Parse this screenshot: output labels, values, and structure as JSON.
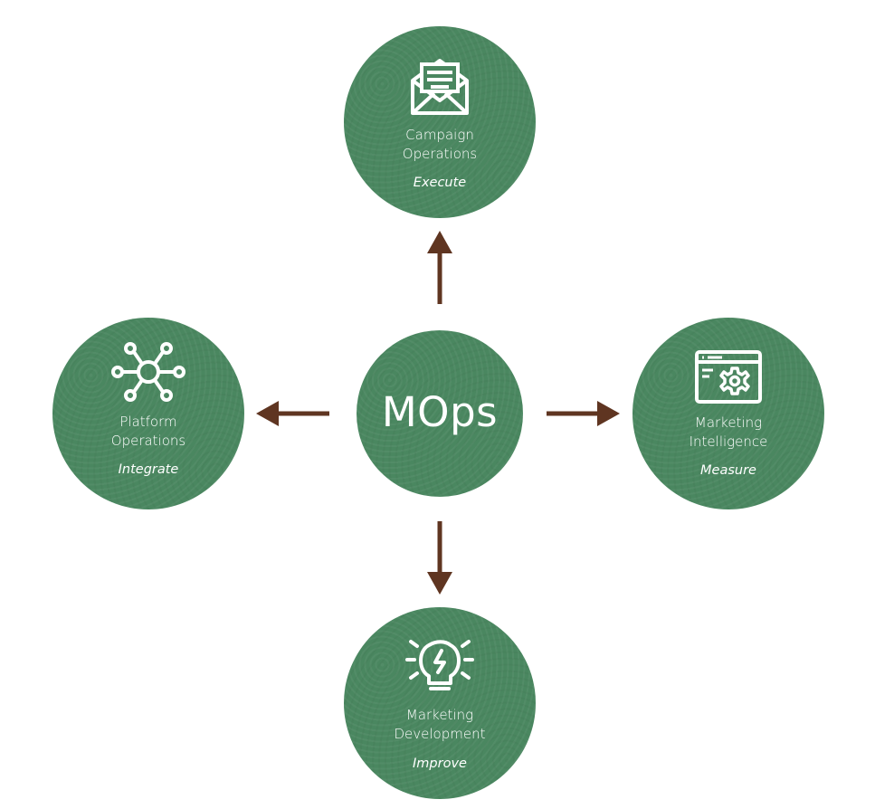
{
  "diagram": {
    "hub": {
      "label": "MOps"
    },
    "nodes": [
      {
        "id": "top",
        "title_line1": "Campaign",
        "title_line2": "Operations",
        "verb": "Execute",
        "icon": "envelope-open-icon"
      },
      {
        "id": "left",
        "title_line1": "Platform",
        "title_line2": "Operations",
        "verb": "Integrate",
        "icon": "network-hub-icon"
      },
      {
        "id": "right",
        "title_line1": "Marketing",
        "title_line2": "Intelligence",
        "verb": "Measure",
        "icon": "browser-gear-icon"
      },
      {
        "id": "bottom",
        "title_line1": "Marketing",
        "title_line2": "Development",
        "verb": "Improve",
        "icon": "lightbulb-bolt-icon"
      }
    ],
    "edges": [
      {
        "from": "MOps",
        "to": "Campaign Operations",
        "direction": "up"
      },
      {
        "from": "MOps",
        "to": "Platform Operations",
        "direction": "left"
      },
      {
        "from": "MOps",
        "to": "Marketing Intelligence",
        "direction": "right"
      },
      {
        "from": "MOps",
        "to": "Marketing Development",
        "direction": "down"
      }
    ],
    "colors": {
      "circle_fill": "#4a8760",
      "arrow": "#5f3521",
      "text": "#ffffff",
      "background": "#ffffff"
    }
  }
}
